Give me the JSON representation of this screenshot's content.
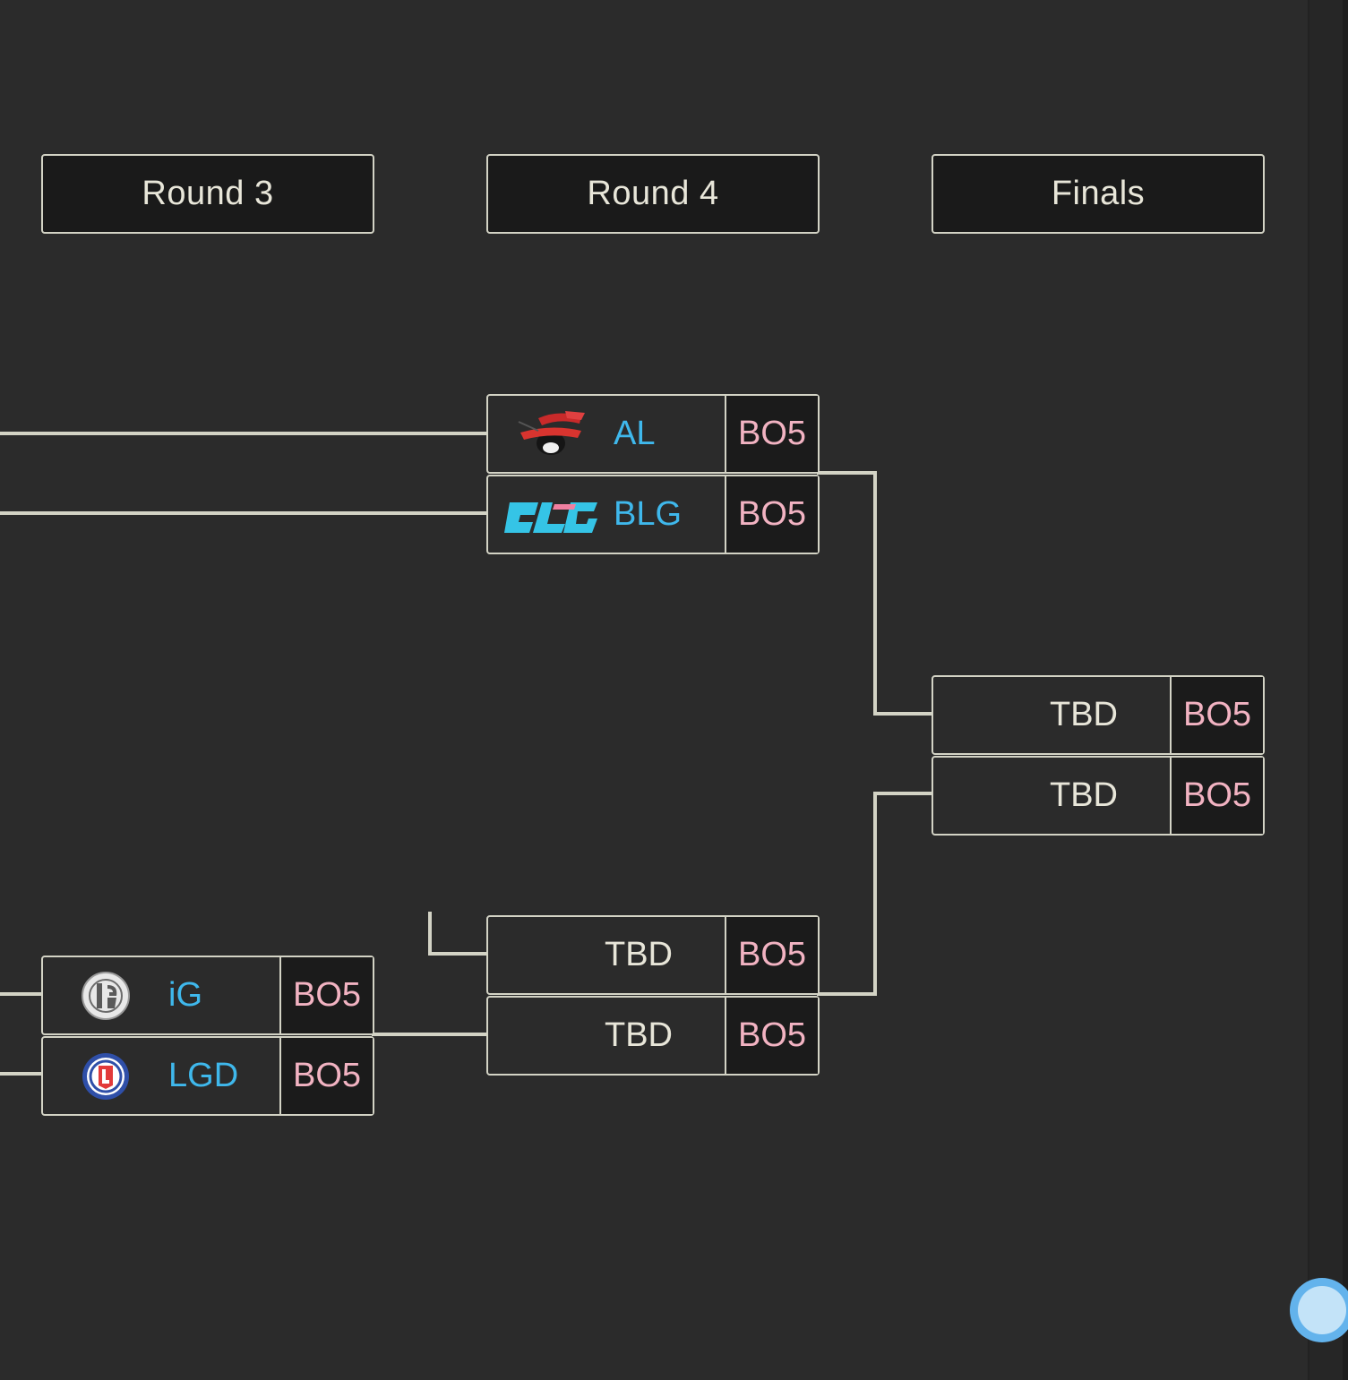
{
  "rounds": [
    {
      "label": "Round 3"
    },
    {
      "label": "Round 4"
    },
    {
      "label": "Finals"
    }
  ],
  "matches": {
    "round4_top": {
      "team1": {
        "name": "AL",
        "format": "BO5",
        "logo": "al-logo-icon"
      },
      "team2": {
        "name": "BLG",
        "format": "BO5",
        "logo": "blg-logo-icon"
      }
    },
    "finals": {
      "team1": {
        "name": "TBD",
        "format": "BO5"
      },
      "team2": {
        "name": "TBD",
        "format": "BO5"
      }
    },
    "round4_bottom": {
      "team1": {
        "name": "TBD",
        "format": "BO5"
      },
      "team2": {
        "name": "TBD",
        "format": "BO5"
      }
    },
    "round3_bottom": {
      "team1": {
        "name": "iG",
        "format": "BO5",
        "logo": "ig-logo-icon"
      },
      "team2": {
        "name": "LGD",
        "format": "BO5",
        "logo": "lgd-logo-icon"
      }
    }
  },
  "colors": {
    "background": "#2b2b2b",
    "border": "#d3d3c5",
    "team_name": "#3fb8ec",
    "format_text": "#f2b3c2",
    "tbd_text": "#e8e6d9"
  }
}
